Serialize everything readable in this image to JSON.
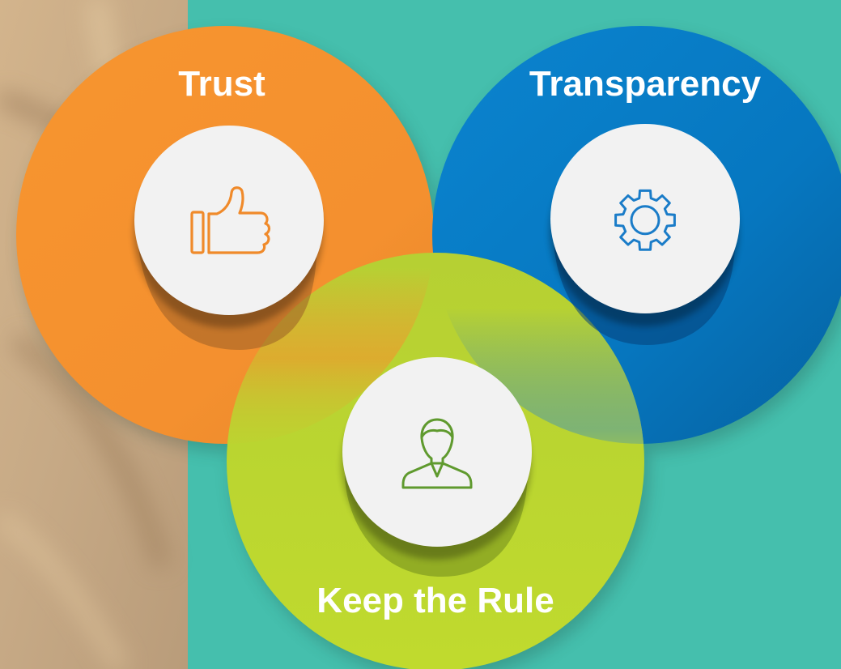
{
  "colors": {
    "background": "#45bfad",
    "trust": "#f79433",
    "transparency": "#0079c1",
    "keep_the_rule": "#bcd630",
    "icon_disc": "#f2f2f2"
  },
  "circles": [
    {
      "key": "trust",
      "title": "Trust",
      "icon": "thumbs-up-icon"
    },
    {
      "key": "transparency",
      "title": "Transparency",
      "icon": "gear-icon"
    },
    {
      "key": "keep_the_rule",
      "title": "Keep the Rule",
      "icon": "person-icon"
    }
  ]
}
